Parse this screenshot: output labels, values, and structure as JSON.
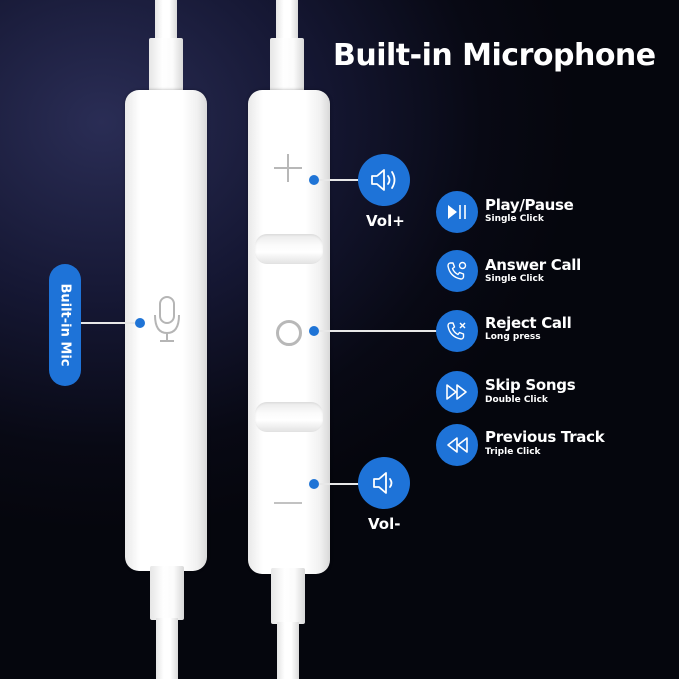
{
  "title": "Built-in Microphone",
  "mic_label": "Built-in Mic",
  "volume": {
    "up": {
      "label": "Vol+",
      "icon": "speaker-loud-icon"
    },
    "down": {
      "label": "Vol-",
      "icon": "speaker-quiet-icon"
    }
  },
  "controls": [
    {
      "name": "Play/Pause",
      "action": "Single Click",
      "icon": "play-pause-icon"
    },
    {
      "name": "Answer Call",
      "action": "Single Click",
      "icon": "answer-call-icon"
    },
    {
      "name": "Reject Call",
      "action": "Long press",
      "icon": "reject-call-icon"
    },
    {
      "name": "Skip Songs",
      "action": "Double Click",
      "icon": "fast-forward-icon"
    },
    {
      "name": "Previous Track",
      "action": "Triple Click",
      "icon": "rewind-icon"
    }
  ],
  "colors": {
    "accent": "#1e73d8",
    "background": "#0a0b18",
    "text": "#ffffff"
  }
}
